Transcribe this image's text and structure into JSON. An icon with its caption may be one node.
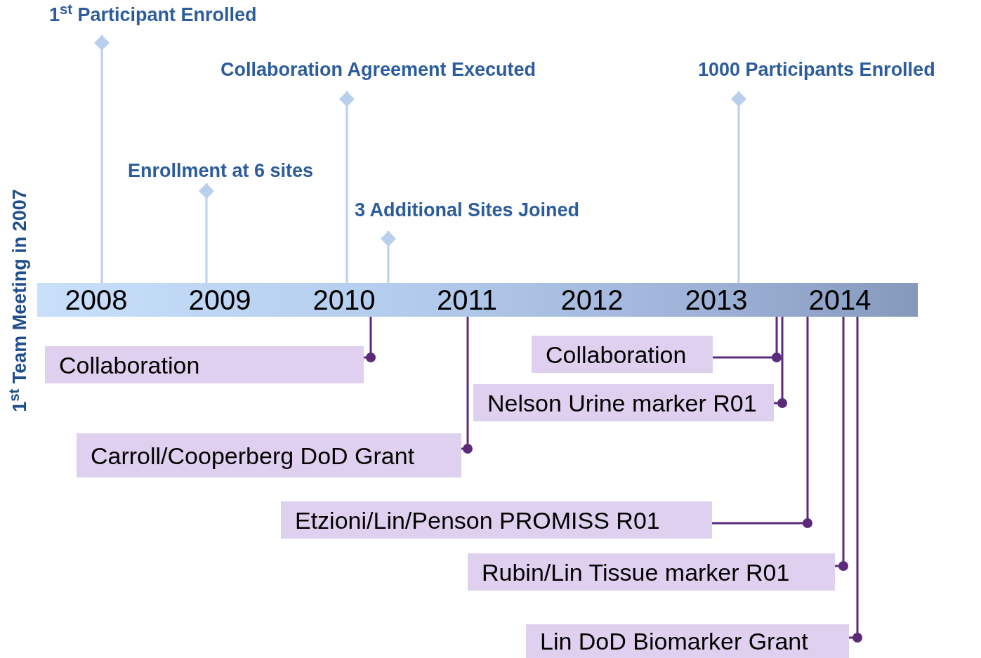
{
  "diagram": {
    "nodes": [
      {
        "text": [
          "2008",
          "2009",
          "2010",
          "2011",
          "2012",
          "2013",
          "2014"
        ]
      },
      {
        "text": [
          "1$^{st}$ Participant Enrolled"
        ]
      },
      {
        "text": [
          "Collaboration Agreement Executed"
        ]
      },
      {
        "text": [
          "Enrollment at 6 sites"
        ]
      },
      {
        "text": [
          "3 Additional Sites Joined"
        ]
      },
      {
        "text": [
          "1000 Participants Enrolled"
        ]
      },
      {
        "text": [
          "Collaboration"
        ]
      },
      {
        "text": [
          "Carroll/Cooperberg DoD Grant"
        ]
      },
      {
        "text": [
          "Collaboration"
        ]
      },
      {
        "text": [
          "Nelson Urine marker R01"
        ]
      },
      {
        "text": [
          "Etzioni/Lin/Penson PROMISS R01"
        ]
      },
      {
        "text": [
          "Rubin/Lin Tissue marker R01"
        ]
      },
      {
        "text": [
          "Lin DoD Biomarker Grant"
        ]
      }
    ],
    "edges": [
      {
        "from": 0,
        "to": 1,
        "arrow": "other",
        "color": "#b8d0ee"
      },
      {
        "from": 0,
        "to": 2,
        "arrow": "other",
        "color": "#b8d0ee"
      },
      {
        "from": 0,
        "to": 3,
        "arrow": "other",
        "color": "#b8d0ee"
      },
      {
        "from": 0,
        "to": 4,
        "arrow": "other",
        "color": "#b8d0ee"
      },
      {
        "from": 0,
        "to": 5,
        "arrow": "other",
        "color": "#b8d0ee"
      },
      {
        "from": 0,
        "to": 6,
        "arrow": "other"
      },
      {
        "from": 0,
        "to": 7,
        "arrow": "other"
      },
      {
        "from": 0,
        "to": 8,
        "arrow": "other"
      },
      {
        "from": 0,
        "to": 9,
        "arrow": "other"
      },
      {
        "from": 0,
        "to": 10,
        "arrow": "other"
      },
      {
        "from": 0,
        "to": 11,
        "arrow": "other"
      },
      {
        "from": 0,
        "to": 12,
        "arrow": "other"
      }
    ],
    "labels": [
      "1$^{st}$ Team Meeting in 2007"
    ]
  }
}
